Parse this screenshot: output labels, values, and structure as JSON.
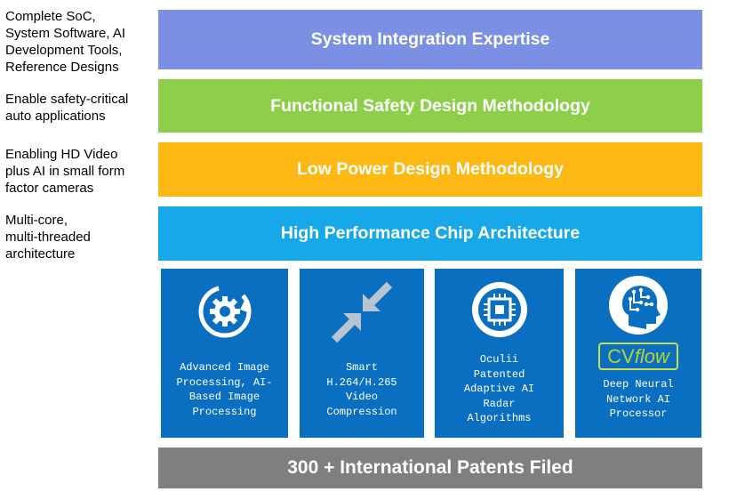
{
  "side_notes": [
    "Complete SoC,\nSystem Software, AI\nDevelopment Tools,\nReference Designs",
    "Enable safety-critical\nauto applications",
    "Enabling HD Video\nplus AI in small form\nfactor cameras",
    "Multi-core,\nmulti-threaded\narchitecture"
  ],
  "bands": [
    {
      "label": "System Integration Expertise",
      "color": "#7B8FE3"
    },
    {
      "label": "Functional Safety Design Methodology",
      "color": "#8DCF4A"
    },
    {
      "label": "Low Power Design Methodology",
      "color": "#FDB813"
    },
    {
      "label": "High Performance Chip Architecture",
      "color": "#16A8E8"
    }
  ],
  "tiles": [
    {
      "label": "Advanced Image\nProcessing, AI-\nBased Image\nProcessing",
      "icon": "gear-refresh-icon"
    },
    {
      "label": "Smart\nH.264/H.265\nVideo\nCompression",
      "icon": "compress-arrows-icon"
    },
    {
      "label": "Oculii\nPatented\nAdaptive AI\nRadar\nAlgorithms",
      "icon": "radar-chip-icon"
    },
    {
      "label": "Deep Neural\nNetwork AI\nProcessor",
      "icon": "brain-head-icon"
    }
  ],
  "cvflow": {
    "cv": "CV",
    "flow": "flow"
  },
  "footer": {
    "label": "300 + International Patents Filed",
    "color": "#7F7F7F"
  },
  "tile_color": "#0B6FC1"
}
